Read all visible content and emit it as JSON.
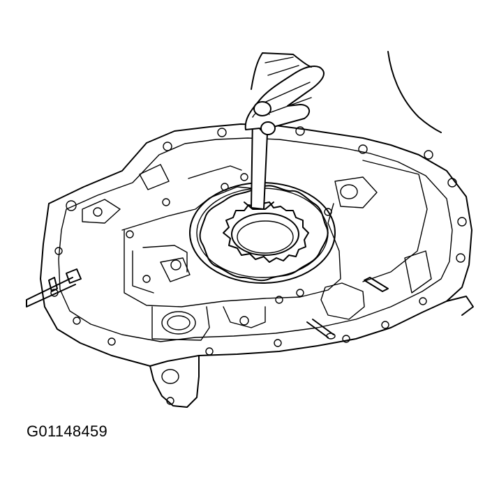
{
  "figure": {
    "code": "G01148459",
    "colors": {
      "ink": "#000000",
      "paper": "#ffffff"
    },
    "parts": [
      "transmission-housing",
      "oil-pump-drive-gear",
      "oil-pump-driven-gear",
      "removal-tool",
      "hand",
      "dowel-pin",
      "stud-bolt"
    ]
  }
}
